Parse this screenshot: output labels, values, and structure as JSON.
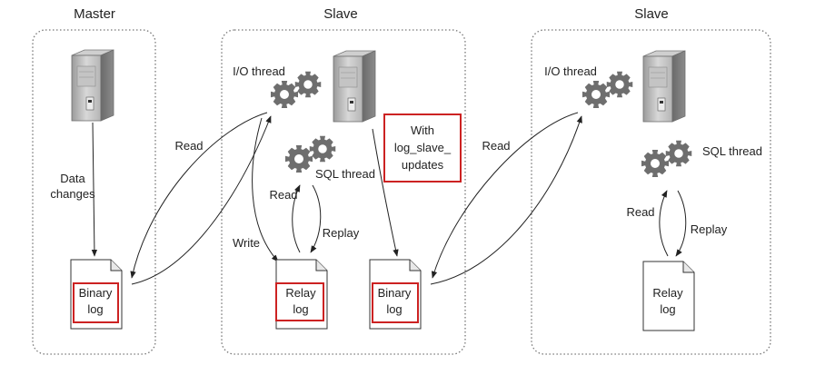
{
  "master": {
    "title": "Master",
    "data_changes": [
      "Data",
      "changes"
    ],
    "read_label": "Read",
    "binlog": [
      "Binary",
      "log"
    ]
  },
  "slave1": {
    "title": "Slave",
    "io_thread": "I/O thread",
    "sql_thread": "SQL thread",
    "read_label": "Read",
    "replay_label": "Replay",
    "write_label": "Write",
    "relaylog": [
      "Relay",
      "log"
    ],
    "binlog": [
      "Binary",
      "log"
    ],
    "with_note": [
      "With",
      "log_slave_",
      "updates"
    ]
  },
  "slave2": {
    "title": "Slave",
    "io_thread": "I/O thread",
    "sql_thread": "SQL thread",
    "read_from_binlog": "Read",
    "read_label": "Read",
    "replay_label": "Replay",
    "relaylog": [
      "Relay",
      "log"
    ]
  },
  "colors": {
    "highlight": "#cc2222",
    "gear": "#6e6e6e",
    "box": "#777777"
  }
}
